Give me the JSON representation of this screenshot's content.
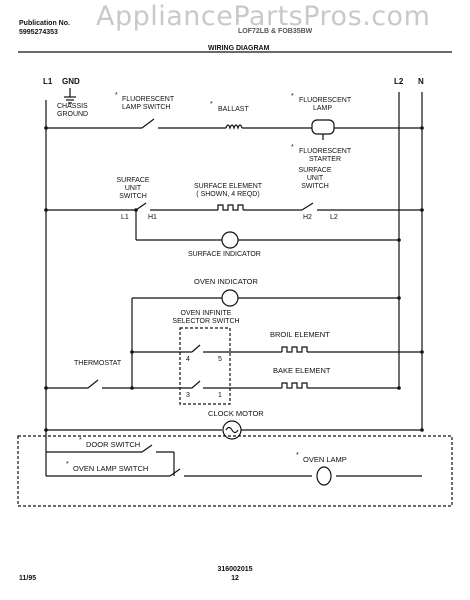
{
  "header": {
    "publication_label": "Publication No.",
    "publication_number": "5995274353",
    "model_text": "LOF72LB & FOB35BW",
    "title": "WIRING DIAGRAM",
    "watermark": "AppliancePartsPros.com"
  },
  "terminals": {
    "l1": "L1",
    "gnd": "GND",
    "l2": "L2",
    "n": "N"
  },
  "labels": {
    "chassis_ground": [
      "CHASSIS",
      "GROUND"
    ],
    "fluorescent_lamp_switch": [
      "FLUORESCENT",
      "LAMP SWITCH"
    ],
    "ballast": "BALLAST",
    "fluorescent_lamp": [
      "FLUORESCENT",
      "LAMP"
    ],
    "fluorescent_starter": [
      "FLUORESCENT",
      "STARTER"
    ],
    "surface_unit_switch_left": [
      "SURFACE",
      "UNIT",
      "SWITCH"
    ],
    "surface_element": [
      "SURFACE ELEMENT",
      "( SHOWN, 4 REQD)"
    ],
    "surface_unit_switch_right": [
      "SURFACE",
      "UNIT",
      "SWITCH"
    ],
    "left_switch_terminals": [
      "L1",
      "H1"
    ],
    "right_switch_terminals": [
      "H2",
      "L2"
    ],
    "surface_indicator": "SURFACE INDICATOR",
    "oven_indicator": "OVEN INDICATOR",
    "oven_selector_switch": [
      "OVEN  INFINITE",
      "SELECTOR SWITCH"
    ],
    "selector_terminals": [
      "4",
      "5",
      "3",
      "1"
    ],
    "broil_element": "BROIL ELEMENT",
    "bake_element": "BAKE ELEMENT",
    "thermostat": "THERMOSTAT",
    "clock_motor": "CLOCK MOTOR",
    "door_switch": "DOOR SWITCH",
    "oven_lamp_switch": "OVEN LAMP SWITCH",
    "oven_lamp": "OVEN LAMP",
    "optional_mark": "*"
  },
  "footer": {
    "date": "11/95",
    "part_number": "316002015",
    "page": "12"
  }
}
